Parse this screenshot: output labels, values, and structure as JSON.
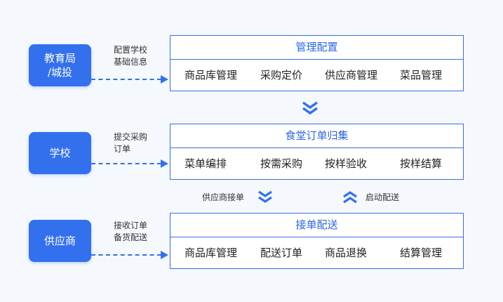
{
  "rows": [
    {
      "actor_lines": [
        "教育局",
        "/城投"
      ],
      "note_lines": [
        "配置学校",
        "基础信息"
      ],
      "panel_title": "管理配置",
      "items": [
        "商品库管理",
        "采购定价",
        "供应商管理",
        "菜品管理"
      ]
    },
    {
      "actor_lines": [
        "学校"
      ],
      "note_lines": [
        "提交采购",
        "订单"
      ],
      "panel_title": "食堂订单归集",
      "items": [
        "菜单编排",
        "按需采购",
        "按样验收",
        "按样结算"
      ]
    },
    {
      "actor_lines": [
        "供应商"
      ],
      "note_lines": [
        "接收订单",
        "备货配送"
      ],
      "panel_title": "接单配送",
      "items": [
        "商品库管理",
        "配送订单",
        "商品退换",
        "结算管理"
      ]
    }
  ],
  "flow": {
    "supplier_accept_label": "供应商接单",
    "start_delivery_label": "启动配送"
  },
  "colors": {
    "accent": "#3370ee",
    "panel_border": "#3a6fe0",
    "background": "#f5f8fd"
  },
  "icons": [
    "double-chevron-down-icon",
    "double-chevron-down-icon",
    "double-chevron-up-icon"
  ]
}
